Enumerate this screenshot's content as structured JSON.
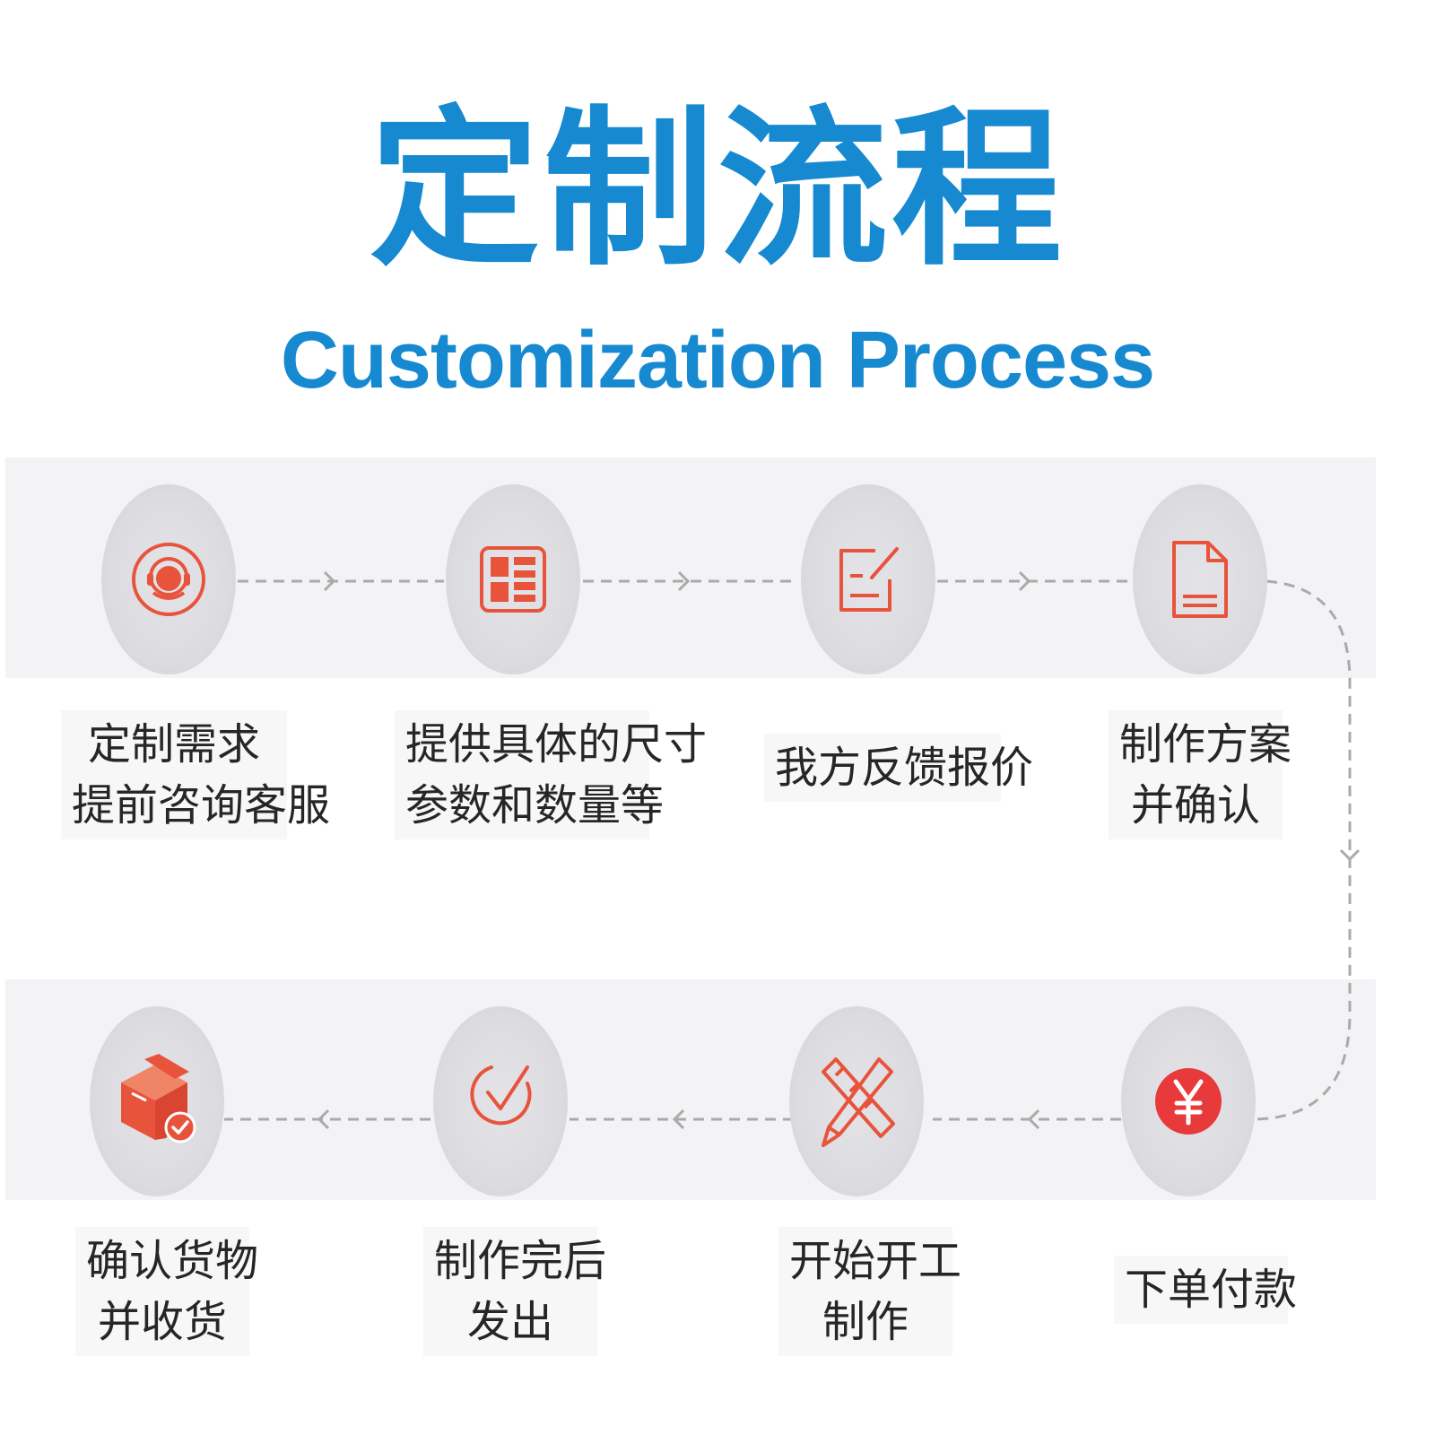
{
  "header": {
    "title_cn": "定制流程",
    "title_en": "Customization Process"
  },
  "colors": {
    "title": "#1689d0",
    "icon": "#e8533c",
    "circle": "#dcdce0",
    "band": "#f3f3f5",
    "connector": "#aaaaaa"
  },
  "steps": [
    {
      "icon": "headset-support-icon",
      "line1": "定制需求",
      "line2": "提前咨询客服"
    },
    {
      "icon": "form-layout-icon",
      "line1": "提供具体的尺寸",
      "line2": "参数和数量等"
    },
    {
      "icon": "edit-quote-icon",
      "line1": "我方反馈报价",
      "line2": ""
    },
    {
      "icon": "document-icon",
      "line1": "制作方案",
      "line2": "并确认"
    },
    {
      "icon": "yen-payment-icon",
      "line1": "下单付款",
      "line2": ""
    },
    {
      "icon": "ruler-pencil-icon",
      "line1": "开始开工",
      "line2": "制作"
    },
    {
      "icon": "check-circle-icon",
      "line1": "制作完后",
      "line2": "发出"
    },
    {
      "icon": "package-check-icon",
      "line1": "确认货物",
      "line2": "并收货"
    }
  ]
}
